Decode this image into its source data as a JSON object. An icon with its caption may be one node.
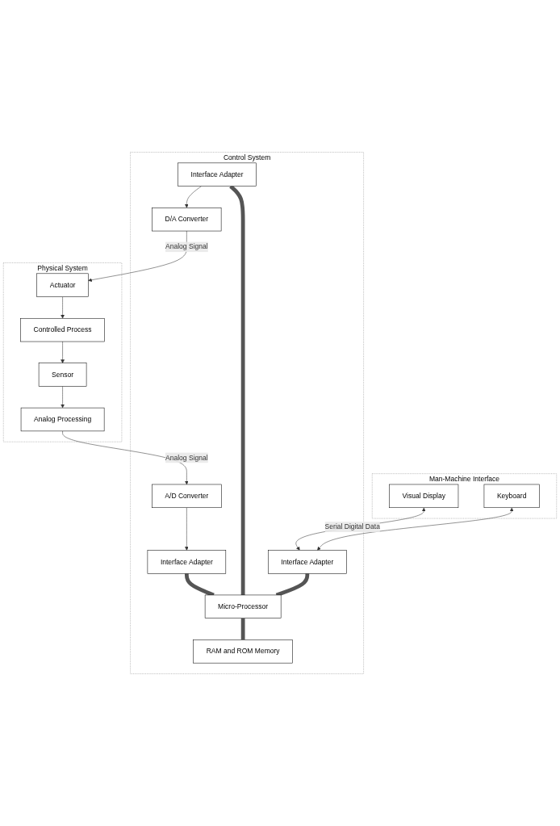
{
  "diagram": {
    "nodes": [
      {
        "text": [
          "Man-Machine Interface"
        ]
      },
      {
        "text": [
          "Visual Display"
        ],
        "in": 0
      },
      {
        "text": [
          "Keyboard"
        ],
        "in": 0
      },
      {
        "text": [
          "Control System"
        ]
      },
      {
        "text": [
          "Interface Adapter"
        ],
        "in": 3
      },
      {
        "text": [
          "Interface Adapter"
        ],
        "in": 3
      },
      {
        "text": [
          "Interface Adapter"
        ],
        "in": 3
      },
      {
        "text": [
          "Micro-Processor"
        ],
        "in": 3
      },
      {
        "text": [
          "A/D Converter"
        ],
        "in": 3
      },
      {
        "text": [
          "RAM and ROM Memory"
        ],
        "in": 3
      },
      {
        "text": [
          "D/A Converter"
        ],
        "in": 3
      },
      {
        "text": [
          "Physical System"
        ]
      },
      {
        "text": [
          "Analog Processing"
        ],
        "in": 11
      },
      {
        "text": [
          "Actuator"
        ],
        "in": 11
      },
      {
        "text": [
          "Sensor"
        ],
        "in": 11
      },
      {
        "text": [
          "Controlled Process"
        ],
        "in": 11
      }
    ],
    "edges": [
      {
        "from": 1,
        "to": 5,
        "arrow": "both",
        "label": "Serial Digital Data"
      },
      {
        "from": 2,
        "to": 5,
        "arrow": "both"
      },
      {
        "from": 4,
        "to": 7,
        "arrow": "none",
        "style": "thick",
        "color": "#555555"
      },
      {
        "from": 5,
        "to": 7,
        "arrow": "none",
        "style": "thick",
        "color": "#555555"
      },
      {
        "from": 6,
        "to": 7,
        "arrow": "none",
        "style": "thick",
        "color": "#555555"
      },
      {
        "from": 7,
        "to": 9,
        "arrow": "none",
        "style": "thick",
        "color": "#555555"
      },
      {
        "from": 8,
        "to": 4,
        "arrow": "to"
      },
      {
        "from": 6,
        "to": 10,
        "arrow": "to"
      },
      {
        "from": 12,
        "to": 8,
        "arrow": "to",
        "label": "Analog Signal"
      },
      {
        "from": 10,
        "to": 13,
        "arrow": "to",
        "label": "Analog Signal"
      },
      {
        "from": 14,
        "to": 12,
        "arrow": "to"
      },
      {
        "from": 13,
        "to": 15,
        "arrow": "to"
      },
      {
        "from": 15,
        "to": 14,
        "arrow": "to"
      }
    ]
  }
}
